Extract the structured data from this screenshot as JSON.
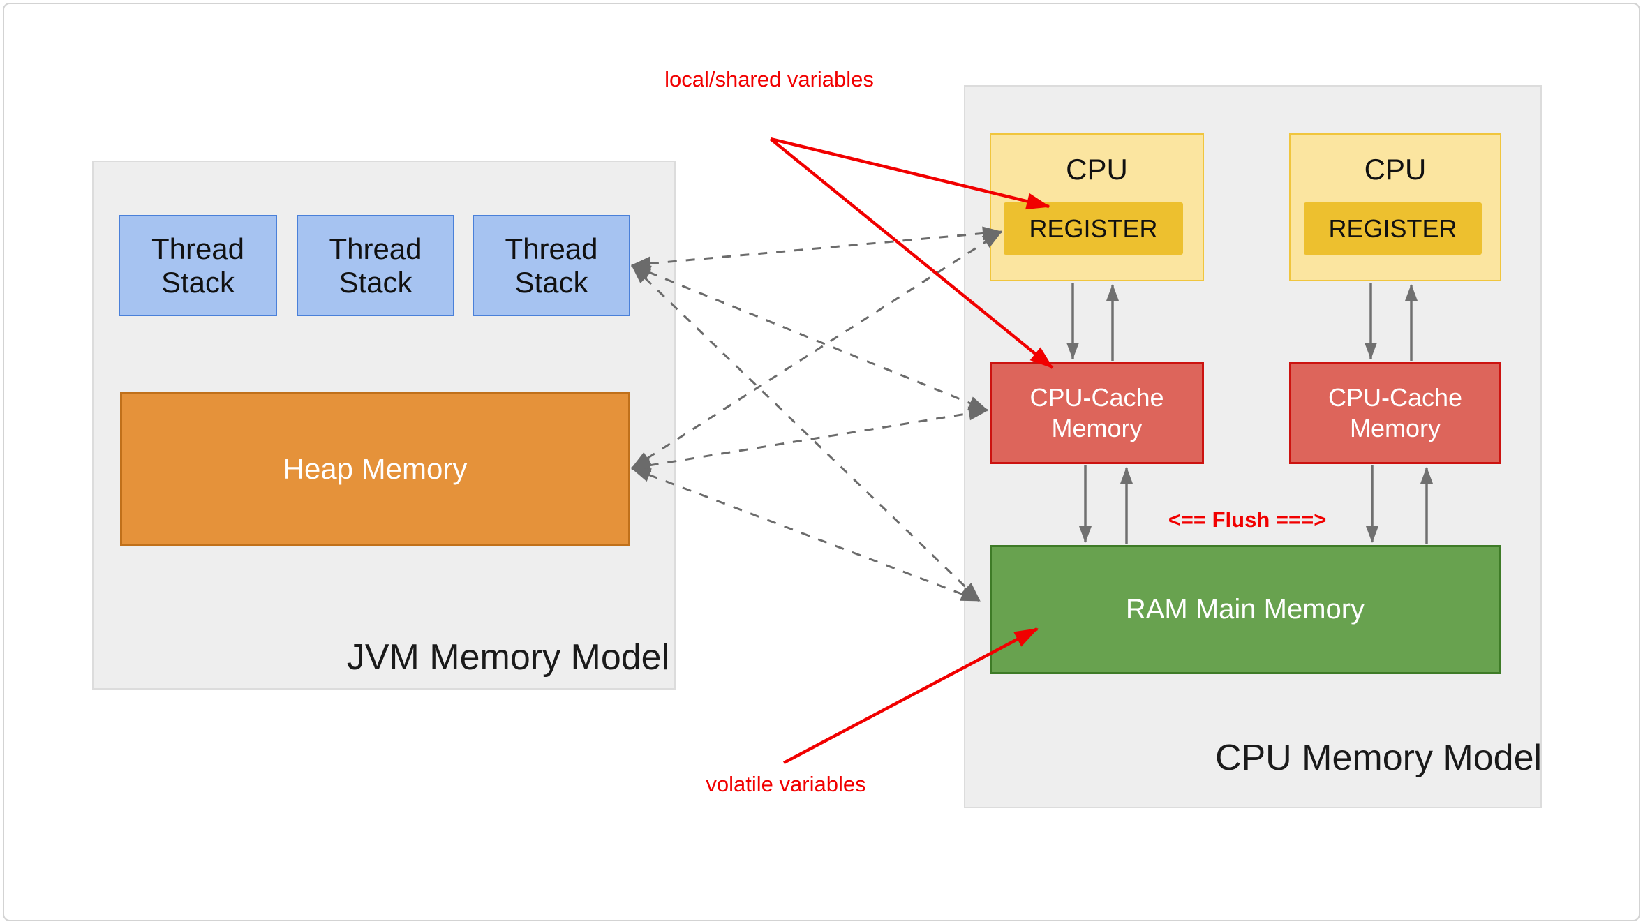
{
  "diagram": {
    "jvm": {
      "title": "JVM Memory Model",
      "threads": [
        {
          "label": "Thread Stack"
        },
        {
          "label": "Thread Stack"
        },
        {
          "label": "Thread Stack"
        }
      ],
      "heap_label": "Heap Memory"
    },
    "cpu": {
      "title": "CPU Memory Model",
      "units": [
        {
          "cpu_label": "CPU",
          "register_label": "REGISTER",
          "cache_label": "CPU-Cache Memory"
        },
        {
          "cpu_label": "CPU",
          "register_label": "REGISTER",
          "cache_label": "CPU-Cache Memory"
        }
      ],
      "ram_label": "RAM Main Memory",
      "flush_label": "<== Flush ===>"
    },
    "annotations": {
      "local_shared": "local/shared variables",
      "volatile_vars": "volatile variables"
    },
    "colors": {
      "panel_fill": "#eeeeee",
      "thread_fill": "#a6c3f1",
      "thread_border": "#4a80d9",
      "heap_fill": "#e5923a",
      "heap_border": "#c0701a",
      "cpu_fill": "#fbe5a0",
      "cpu_border": "#f0c53d",
      "register_fill": "#edc02f",
      "cache_fill": "#dd655b",
      "cache_border": "#cc1310",
      "ram_fill": "#68a24f",
      "ram_border": "#3e7b27",
      "annotation_red": "#f10000",
      "connector_gray": "#6b6b6b"
    }
  }
}
